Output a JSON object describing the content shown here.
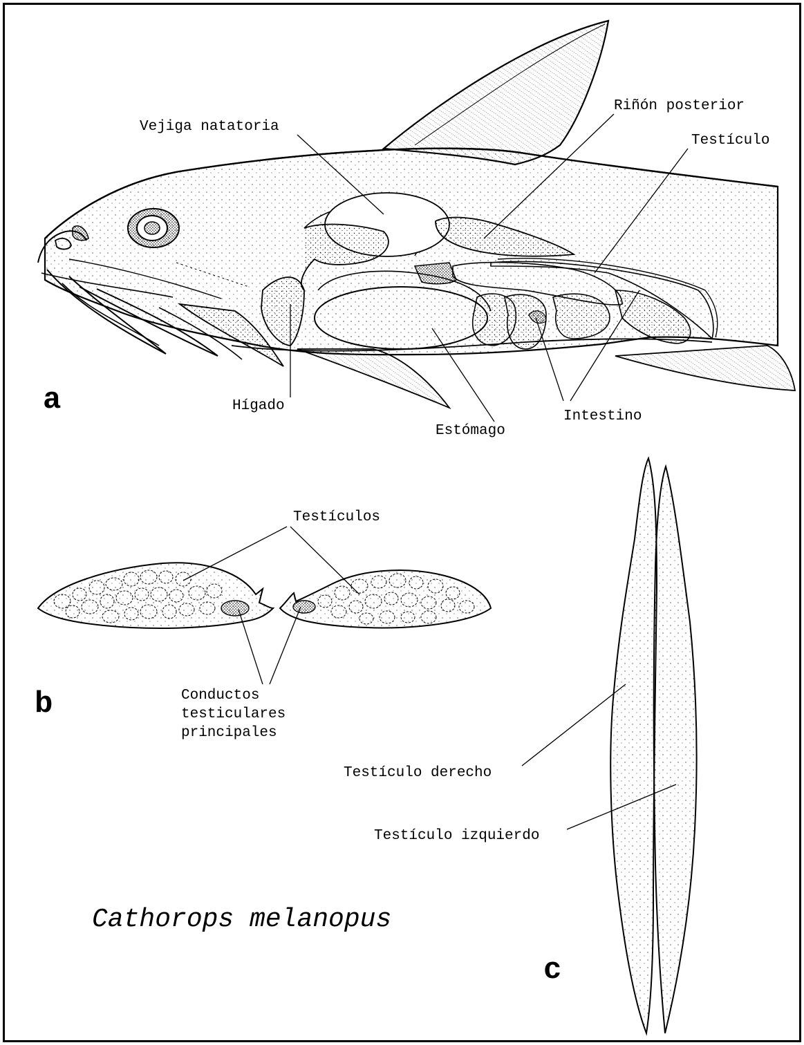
{
  "figure": {
    "species": "Cathorops melanopus",
    "panels": {
      "a": "a",
      "b": "b",
      "c": "c"
    }
  },
  "panel_a": {
    "labels": {
      "swim_bladder": "Vejiga natatoria",
      "posterior_kidney": "Riñón posterior",
      "testis": "Testículo",
      "liver": "Hígado",
      "stomach": "Estómago",
      "intestine": "Intestino"
    }
  },
  "panel_b": {
    "labels": {
      "testes": "Testículos",
      "main_ducts": "Conductos\ntesticulares\nprincipales"
    }
  },
  "panel_c": {
    "labels": {
      "right_testis": "Testículo derecho",
      "left_testis": "Testículo izquierdo"
    }
  }
}
